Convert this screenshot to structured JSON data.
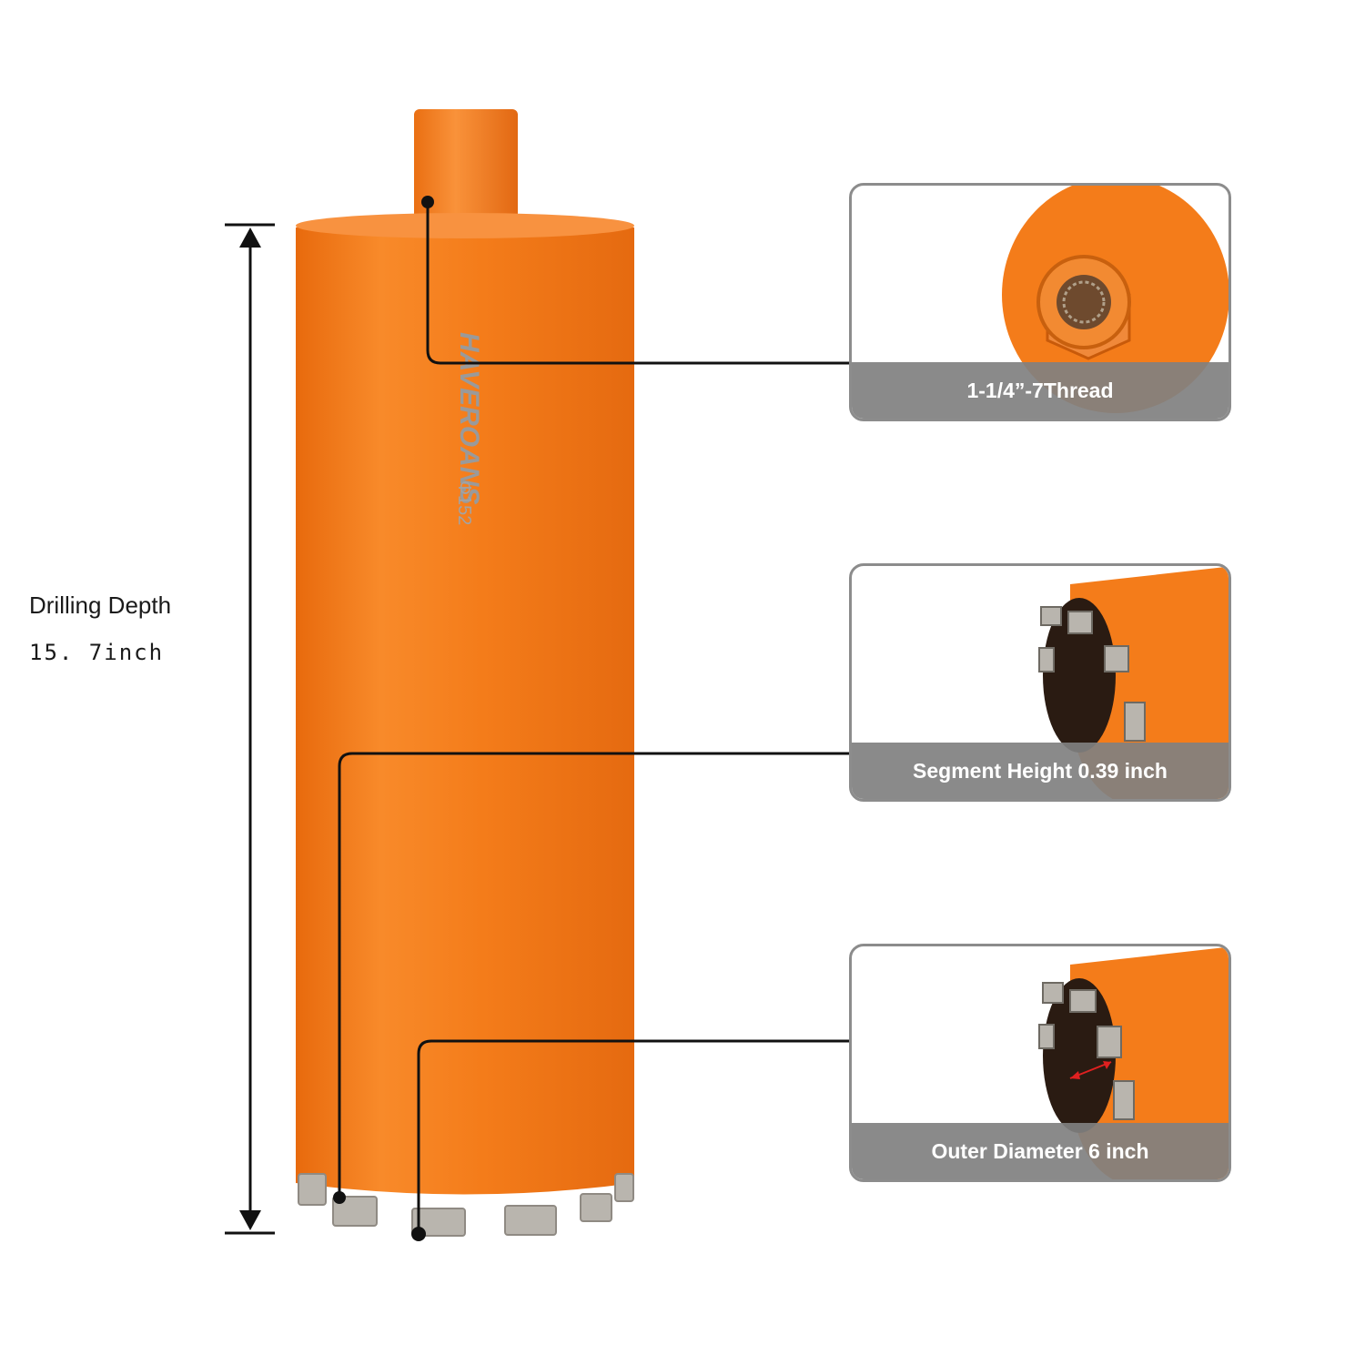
{
  "product": {
    "brand_text": "HAVEROANS",
    "model_text": "Φ152"
  },
  "drilling_depth": {
    "label": "Drilling Depth",
    "value": "15. 7inch"
  },
  "callouts": [
    {
      "caption": "1-1/4”-7Thread"
    },
    {
      "caption": "Segment Height 0.39 inch"
    },
    {
      "caption": "Outer Diameter 6 inch"
    }
  ],
  "colors": {
    "body_orange": "#f47c1a",
    "callout_border": "#8c8c8c",
    "caption_bg": "#808080",
    "segment_gray": "#b9b5ae"
  }
}
